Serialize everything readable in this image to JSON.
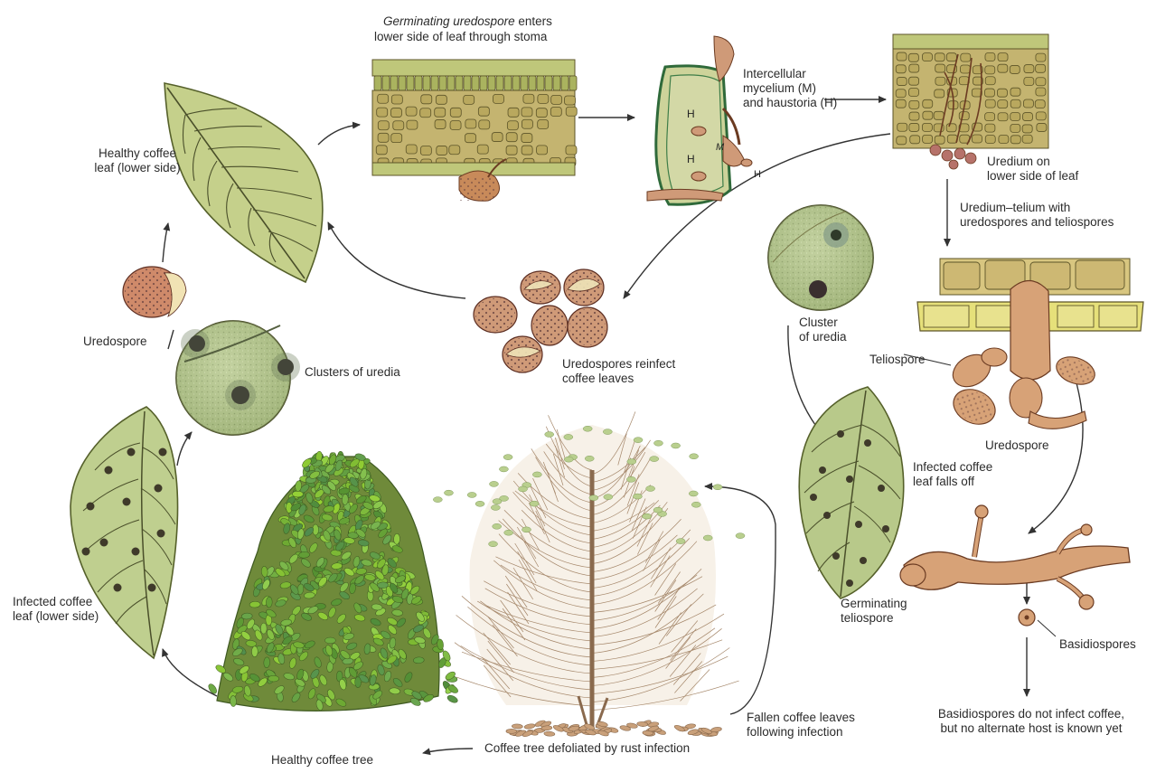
{
  "labels": {
    "germinating_line1_italic": "Germinating uredospore",
    "germinating_line1_rest": " enters",
    "germinating_line2": "lower side of leaf through stoma",
    "mycelium": "Intercellular\nmycelium (M)\nand haustoria (H)",
    "uredium": "Uredium on\nlower side of leaf",
    "uredium_telium": "Uredium–telium with\nuredospores and teliospores",
    "healthy_leaf": "Healthy coffee\nleaf (lower side)",
    "uredospores_reinfect": "Uredospores reinfect\ncoffee leaves",
    "cluster_uredia": "Cluster\nof uredia",
    "teliospore": "Teliospore",
    "uredospore_right": "Uredospore",
    "uredospore_left": "Uredospore",
    "clusters_uredia": "Clusters of uredia",
    "infected_falls": "Infected coffee\nleaf falls off",
    "germinating_teliospore": "Germinating\nteliospore",
    "basidiospores": "Basidiospores",
    "basidio_note": "Basidiospores do not infect coffee,\nbut no alternate host is known yet",
    "infected_leaf": "Infected coffee\nleaf (lower side)",
    "fallen_leaves": "Fallen coffee leaves\nfollowing infection",
    "defoliated": "Coffee tree defoliated by rust infection",
    "healthy_tree": "Healthy coffee tree",
    "H": "H",
    "M": "M"
  },
  "colors": {
    "arrow": "#333333",
    "leaf_fill": "#c9d38e",
    "leaf_dark": "#7f8a45",
    "vein": "#4a4f2a",
    "cell": "#b8ab62",
    "cell_stroke": "#5c5428",
    "spore": "#c88a5a",
    "spore_dot": "#6b2e2e",
    "lens_fill": "#aebf86",
    "tree_leaf": "#8aa24a",
    "tree_dark": "#3f5a22",
    "branch": "#a5876a",
    "fungus": "#d7a277",
    "tissue_yellow": "#e6e07a"
  }
}
